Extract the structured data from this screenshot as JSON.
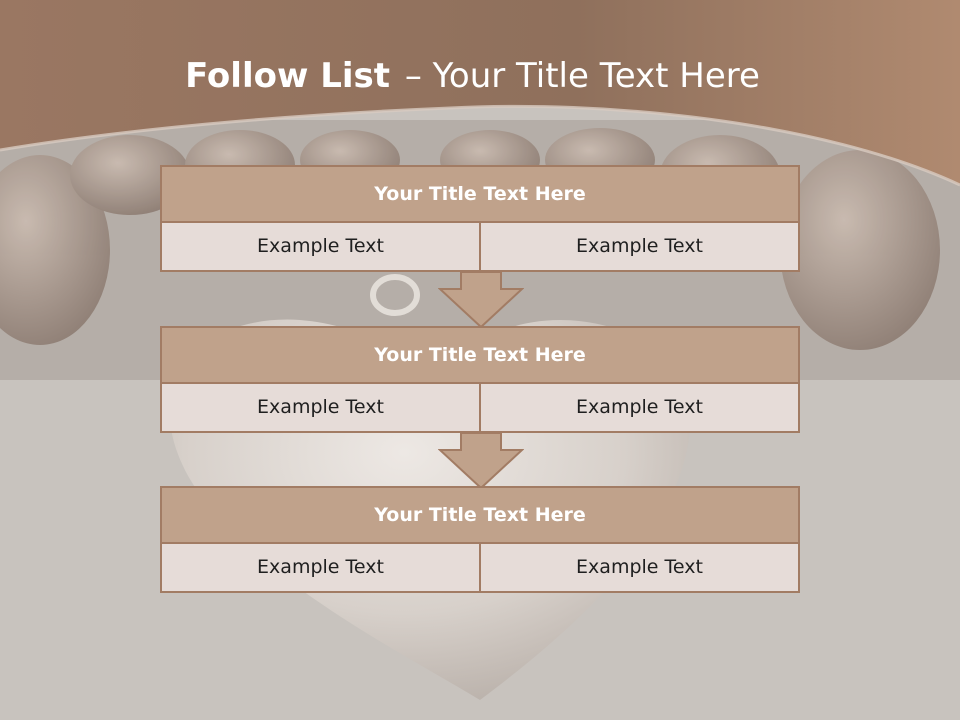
{
  "title": {
    "bold": "Follow List",
    "rest": "– Your Title Text Here"
  },
  "blocks": [
    {
      "title": "Your Title Text Here",
      "cells": [
        "Example Text",
        "Example Text"
      ]
    },
    {
      "title": "Your Title Text Here",
      "cells": [
        "Example Text",
        "Example Text"
      ]
    },
    {
      "title": "Your Title Text Here",
      "cells": [
        "Example Text",
        "Example Text"
      ]
    }
  ],
  "colors": {
    "header_band": "#9b7a62",
    "block_title_fill": "#c0a28b",
    "block_border": "#a27c64",
    "cell_fill": "#e6dcd8",
    "arrow_fill": "#c0a28b"
  }
}
